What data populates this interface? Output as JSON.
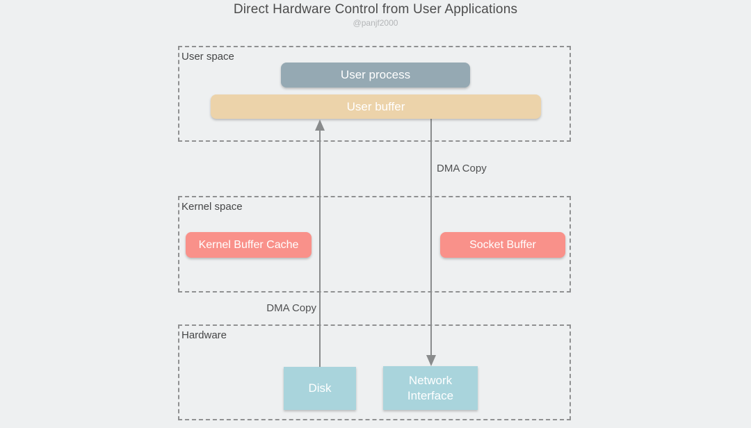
{
  "title": "Direct Hardware Control from User Applications",
  "subtitle": "@panjf2000",
  "regions": [
    {
      "id": "user-space",
      "label": "User space"
    },
    {
      "id": "kernel-space",
      "label": "Kernel space"
    },
    {
      "id": "hardware",
      "label": "Hardware"
    }
  ],
  "nodes": [
    {
      "id": "user-process",
      "label": "User process",
      "color": "#95a9b3"
    },
    {
      "id": "user-buffer",
      "label": "User buffer",
      "color": "#ecd3aa"
    },
    {
      "id": "kernel-buffer-cache",
      "label": "Kernel Buffer Cache",
      "color": "#f9918a"
    },
    {
      "id": "socket-buffer",
      "label": "Socket Buffer",
      "color": "#f9918a"
    },
    {
      "id": "disk",
      "label": "Disk",
      "color": "#a9d4dc"
    },
    {
      "id": "network-interface",
      "label": "Network Interface",
      "color": "#a9d4dc"
    }
  ],
  "edges": [
    {
      "id": "disk-to-user-buffer",
      "label": "DMA Copy",
      "direction": "up"
    },
    {
      "id": "user-buffer-to-network-interface",
      "label": "DMA Copy",
      "direction": "down"
    }
  ],
  "colors": {
    "background": "#eef0f1",
    "region_border": "#8f9091",
    "arrow": "#898b8c",
    "title_text": "#4c4c4c",
    "subtitle_text": "#b3b5b7",
    "box_text": "#ffffff",
    "label_text": "#4f5051"
  }
}
